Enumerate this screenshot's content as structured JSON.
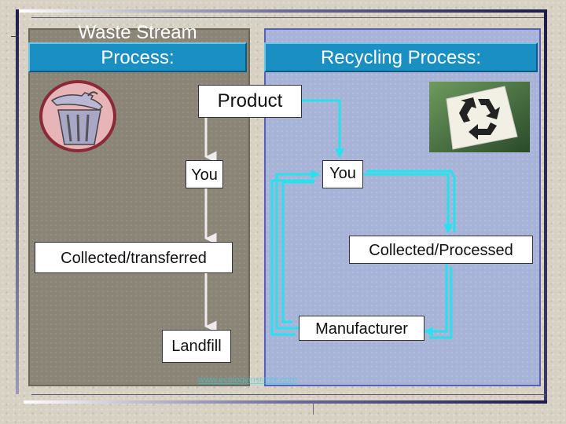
{
  "headers": {
    "waste_line1": "Waste Stream",
    "waste_line2": "Process:",
    "recycling": "Recycling Process:"
  },
  "nodes": {
    "product": "Product",
    "you_left": "You",
    "you_right": "You",
    "collected_transferred": "Collected/transferred",
    "collected_processed": "Collected/Processed",
    "manufacturer": "Manufacturer",
    "landfill": "Landfill"
  },
  "footer": {
    "url": "www.ecologyinstitute.com"
  },
  "icons": {
    "left_clipart": "trash-can-icon",
    "right_clipart": "recycle-symbol-icon"
  },
  "colors": {
    "waste_panel": "#8a8577",
    "recycling_panel": "#a7b3d7",
    "header_blue": "#1a8fc4",
    "recycle_arrow": "#25e3ee",
    "waste_arrow": "#ececec"
  }
}
